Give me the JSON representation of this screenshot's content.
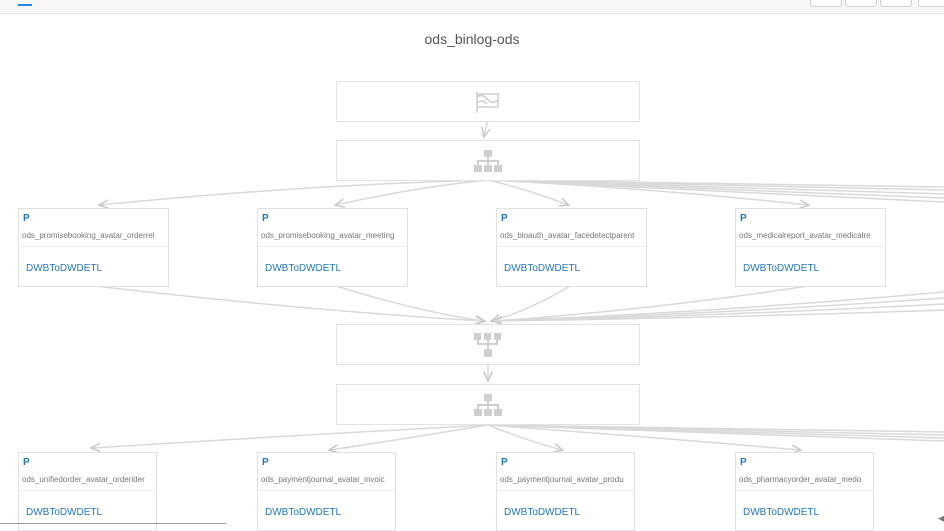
{
  "header": {
    "menu_icon": "hamburger-icon"
  },
  "title": "ods_binlog-ods",
  "gateways": {
    "start_icon": "flag-icon",
    "split_icon": "hierarchy-icon",
    "join_icon": "merge-icon"
  },
  "row1": [
    {
      "badge": "P",
      "name": "ods_promisebooking_avatar_orderrel",
      "task": "DWBToDWDETL"
    },
    {
      "badge": "P",
      "name": "ods_promisebooking_avatar_meeting",
      "task": "DWBToDWDETL"
    },
    {
      "badge": "P",
      "name": "ods_bioauth_avatar_facedetectparent",
      "task": "DWBToDWDETL"
    },
    {
      "badge": "P",
      "name": "ods_medicalreport_avatar_medicalre",
      "task": "DWBToDWDETL"
    }
  ],
  "row2": [
    {
      "badge": "P",
      "name": "ods_unifiedorder_avatar_orderider",
      "task": "DWBToDWDETL"
    },
    {
      "badge": "P",
      "name": "ods_paymentjournal_avatar_invoic",
      "task": "DWBToDWDETL"
    },
    {
      "badge": "P",
      "name": "ods_paymentjournal_avatar_produ",
      "task": "DWBToDWDETL"
    },
    {
      "badge": "P",
      "name": "ods_pharmacyorder_avatar_medo",
      "task": "DWBToDWDETL"
    }
  ]
}
